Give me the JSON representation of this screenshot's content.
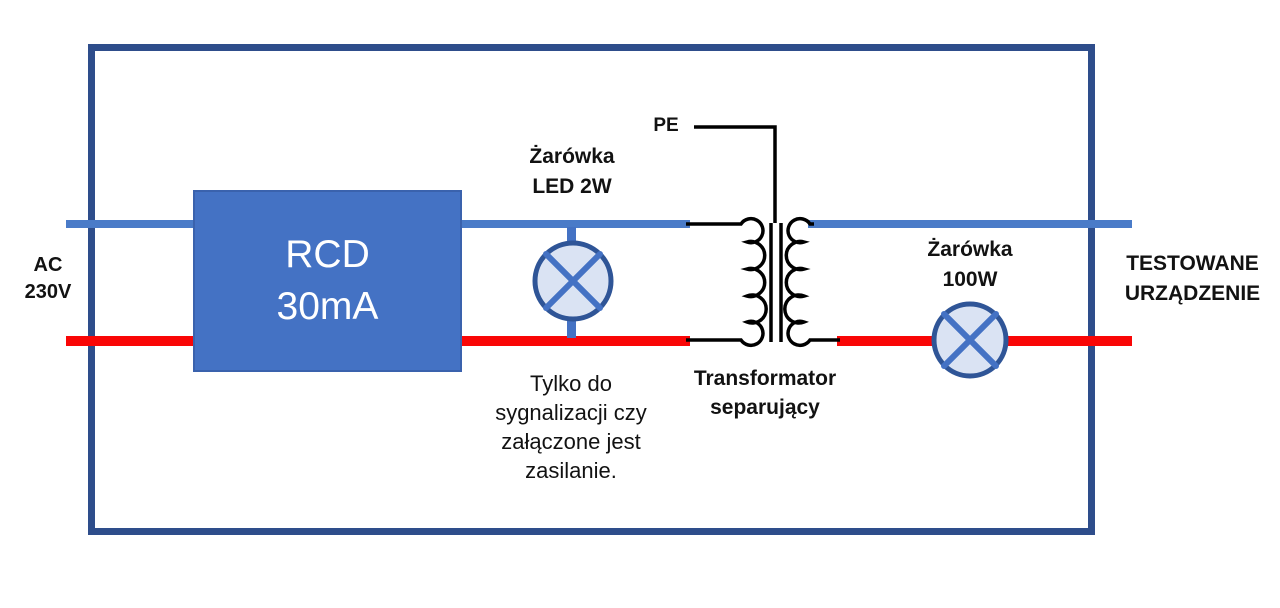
{
  "diagram": {
    "source": {
      "line1": "AC",
      "line2": "230V"
    },
    "rcd": {
      "line1": "RCD",
      "line2": "30mA"
    },
    "led_bulb": {
      "line1": "Żarówka",
      "line2": "LED 2W"
    },
    "pe": "PE",
    "transformer": {
      "line1": "Transformator",
      "line2": "separujący"
    },
    "bulb_100w": {
      "line1": "Żarówka",
      "line2": "100W"
    },
    "tested_device": {
      "line1": "TESTOWANE",
      "line2": "URZĄDZENIE"
    },
    "note": {
      "line1": "Tylko do",
      "line2": "sygnalizacji czy",
      "line3": "załączone jest",
      "line4": "zasilanie."
    },
    "colors": {
      "box_navy": "#2E4D8B",
      "wire_blue": "#4A7BC8",
      "wire_red": "#F90606",
      "rcd_fill": "#4472C4",
      "bulb_fill": "#DAE3F3",
      "bulb_stroke": "#2F5597",
      "cross_blue": "#4472C4",
      "wire_black": "#000000"
    }
  }
}
